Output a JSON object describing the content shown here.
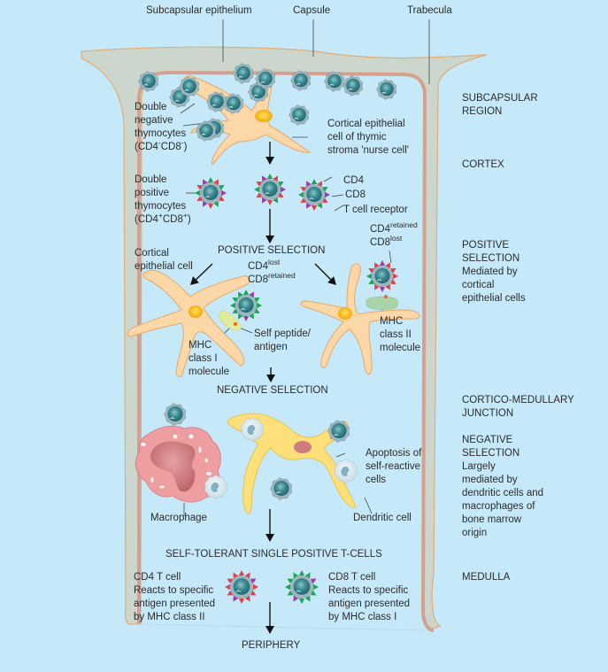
{
  "top_labels": {
    "subcapsular_epithelium": "Subcapsular epithelium",
    "capsule": "Capsule",
    "trabecula": "Trabecula"
  },
  "regions": [
    {
      "heading": [
        "SUBCAPSULAR",
        "REGION"
      ],
      "description": []
    },
    {
      "heading": [
        "CORTEX"
      ],
      "description": []
    },
    {
      "heading": [
        "POSITIVE",
        "SELECTION"
      ],
      "description": [
        "Mediated by",
        "cortical",
        "epithelial cells"
      ]
    },
    {
      "heading": [
        "CORTICO-MEDULLARY",
        "JUNCTION"
      ],
      "description": []
    },
    {
      "heading": [
        "NEGATIVE",
        "SELECTION"
      ],
      "description": [
        "Largely",
        "mediated by",
        "dendritic cells and",
        "macrophages of",
        "bone marrow",
        "origin"
      ]
    },
    {
      "heading": [
        "MEDULLA"
      ],
      "description": []
    }
  ],
  "labels": {
    "double_negative": [
      "Double",
      "negative",
      "thymocytes"
    ],
    "double_negative_marker": {
      "cd4": "CD4",
      "cd4_sup": "-",
      "cd8": "CD8",
      "cd8_sup": "-"
    },
    "nurse_cell": [
      "Cortical epithelial",
      "cell of thymic",
      "stroma 'nurse cell'"
    ],
    "double_positive": [
      "Double",
      "positive",
      "thymocytes"
    ],
    "double_positive_marker": {
      "cd4": "CD4",
      "cd4_sup": "+",
      "cd8": "CD8",
      "cd8_sup": "+"
    },
    "cd4": "CD4",
    "cd8": "CD8",
    "tcr": "T cell receptor",
    "positive_selection": "POSITIVE SELECTION",
    "cortical_epithelial_cell": [
      "Cortical",
      "epithelial cell"
    ],
    "left_branch": {
      "cd4": "CD4",
      "cd4_sup": "lost",
      "cd8": "CD8",
      "cd8_sup": "retained"
    },
    "right_branch": {
      "cd4": "CD4",
      "cd4_sup": "retained",
      "cd8": "CD8",
      "cd8_sup": "lost"
    },
    "mhc_class_i": [
      "MHC",
      "class I",
      "molecule"
    ],
    "self_peptide": [
      "Self peptide/",
      "antigen"
    ],
    "mhc_class_ii": [
      "MHC",
      "class II",
      "molecule"
    ],
    "negative_selection": "NEGATIVE SELECTION",
    "apoptosis": [
      "Apoptosis of",
      "self-reactive",
      "cells"
    ],
    "macrophage": "Macrophage",
    "dendritic_cell": "Dendritic cell",
    "self_tolerant": "SELF-TOLERANT SINGLE POSITIVE T-CELLS",
    "cd4_t_cell": [
      "CD4 T cell",
      "Reacts to specific",
      "antigen presented",
      "by MHC class II"
    ],
    "cd8_t_cell": [
      "CD8 T cell",
      "Reacts to specific",
      "antigen presented",
      "by MHC class I"
    ],
    "periphery": "PERIPHERY"
  },
  "colors": {
    "background": "#c6e9f9",
    "capsule_fill": "#ccd6cc",
    "capsule_edge": "#e0ad78",
    "subcapsular_epithelium": "#d6a08e",
    "thymocyte": "#2f7f85",
    "thymocyte_membrane": "#9fb6bf",
    "epithelial_cell": "#fcd7a8",
    "epithelial_edge": "#e6a766",
    "nucleus": "#f7b500",
    "cd4_marker": "#e04048",
    "cd8_marker": "#1ea552",
    "tcr_marker": "#9b3aa8",
    "dendritic_cell": "#fde07a",
    "macrophage": "#ee9ea0",
    "mhc_class_i": "#e0eb9c",
    "mhc_class_ii": "#a9d3a8",
    "apoptotic_cell": "#dbe9f0",
    "arrow": "#111111"
  }
}
